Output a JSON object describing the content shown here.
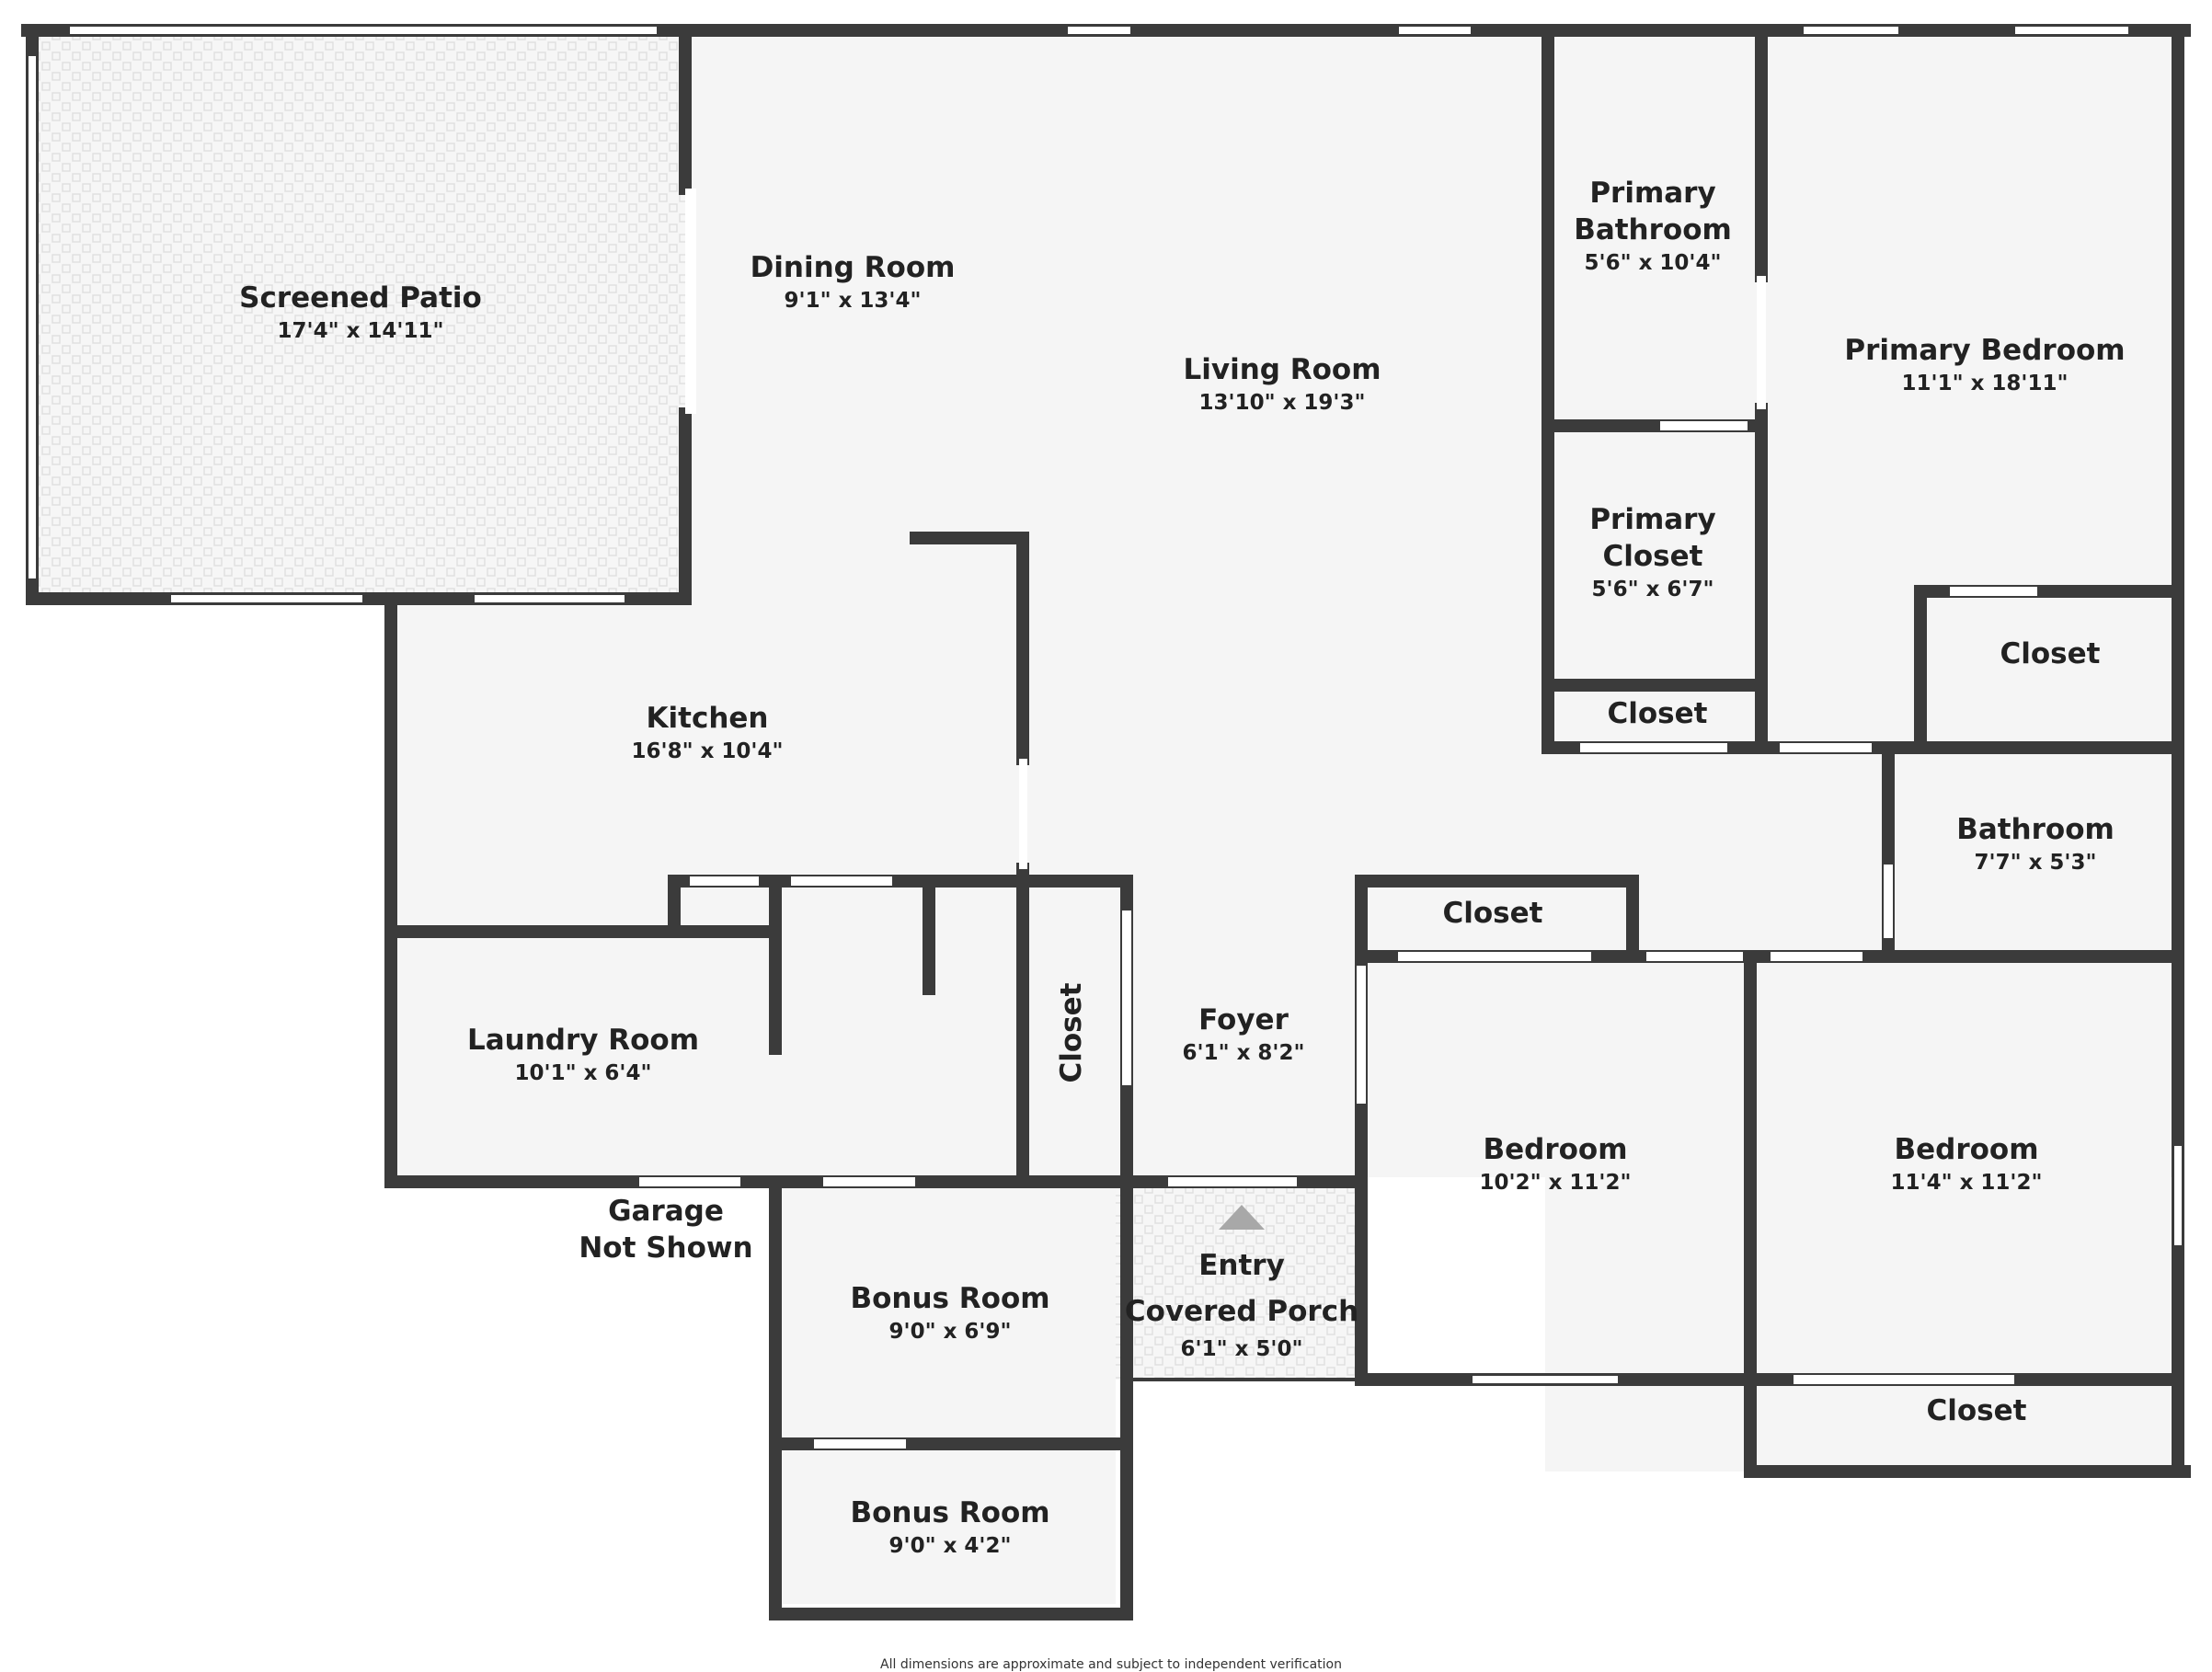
{
  "rooms": [
    {
      "id": "screened-patio",
      "name": "Screened Patio",
      "dims": "17'4\" x 14'11\""
    },
    {
      "id": "dining-room",
      "name": "Dining Room",
      "dims": "9'1\" x 13'4\""
    },
    {
      "id": "living-room",
      "name": "Living Room",
      "dims": "13'10\" x 19'3\""
    },
    {
      "id": "primary-bathroom",
      "name": "Primary\nBathroom",
      "dims": "5'6\" x 10'4\""
    },
    {
      "id": "primary-bedroom",
      "name": "Primary Bedroom",
      "dims": "11'1\" x 18'11\""
    },
    {
      "id": "primary-closet",
      "name": "Primary\nCloset",
      "dims": "5'6\" x 6'7\""
    },
    {
      "id": "closet-primary-bedroom",
      "name": "Closet",
      "dims": ""
    },
    {
      "id": "closet-hall-small",
      "name": "Closet",
      "dims": ""
    },
    {
      "id": "kitchen",
      "name": "Kitchen",
      "dims": "16'8\" x 10'4\""
    },
    {
      "id": "bathroom",
      "name": "Bathroom",
      "dims": "7'7\" x 5'3\""
    },
    {
      "id": "closet-bedroom-top",
      "name": "Closet",
      "dims": ""
    },
    {
      "id": "laundry-room",
      "name": "Laundry Room",
      "dims": "10'1\" x 6'4\""
    },
    {
      "id": "closet-foyer",
      "name": "Closet",
      "dims": ""
    },
    {
      "id": "foyer",
      "name": "Foyer",
      "dims": "6'1\" x 8'2\""
    },
    {
      "id": "bedroom-middle",
      "name": "Bedroom",
      "dims": "10'2\" x 11'2\""
    },
    {
      "id": "bedroom-right",
      "name": "Bedroom",
      "dims": "11'4\" x 11'2\""
    },
    {
      "id": "garage-note",
      "name": "Garage\nNot Shown",
      "dims": ""
    },
    {
      "id": "bonus-room-upper",
      "name": "Bonus Room",
      "dims": "9'0\" x 6'9\""
    },
    {
      "id": "entry-porch",
      "name": "Entry\nCovered Porch",
      "dims": "6'1\" x 5'0\""
    },
    {
      "id": "closet-bedroom-bottom",
      "name": "Closet",
      "dims": ""
    },
    {
      "id": "bonus-room-lower",
      "name": "Bonus Room",
      "dims": "9'0\" x 4'2\""
    }
  ],
  "footer": {
    "disclaimer": "All dimensions are approximate and subject to independent verification"
  },
  "colors": {
    "wall": "#3b3b3b",
    "floor": "#f5f5f5",
    "patio_tile": "#e4e4e4",
    "arrow": "#a8a8a8"
  }
}
